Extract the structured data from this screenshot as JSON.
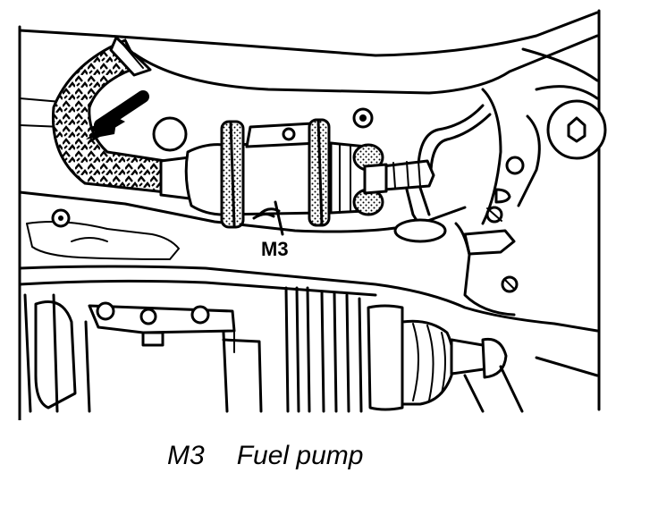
{
  "diagram": {
    "component_tag": "M3"
  },
  "caption": {
    "code": "M3",
    "description": "Fuel pump"
  },
  "colors": {
    "ink": "#000000",
    "paper": "#ffffff"
  }
}
